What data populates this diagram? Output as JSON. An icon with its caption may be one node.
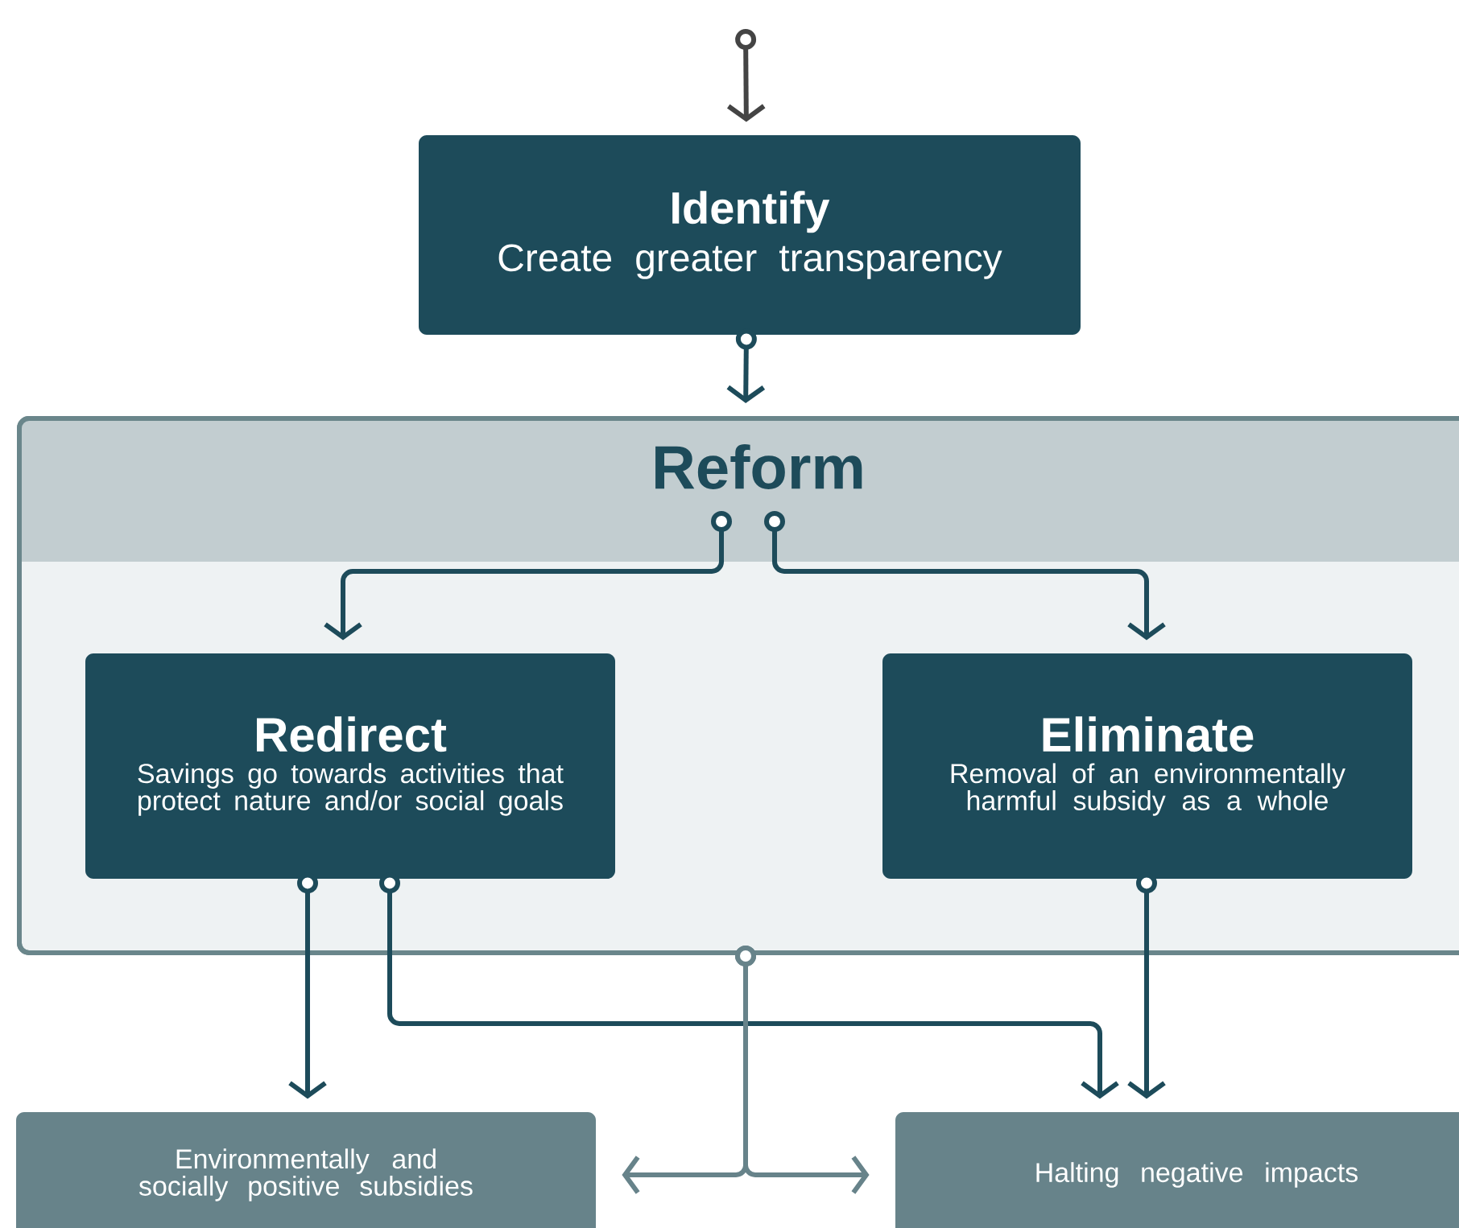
{
  "diagram": {
    "nodes": [
      {
        "text": [
          "Identify",
          "Create greater transparency"
        ]
      },
      {
        "text": [
          "Reform"
        ]
      },
      {
        "text": [
          "Redirect",
          "Savings go towards activities that protect nature and/or social goals"
        ],
        "in": 1
      },
      {
        "text": [
          "Eliminate",
          "Removal of an environmentally harmful subsidy as a whole"
        ],
        "in": 1
      },
      {
        "text": [
          "Environmentally and socially positive subsidies"
        ]
      },
      {
        "text": [
          "Halting negative impacts"
        ]
      }
    ],
    "edges": [
      {
        "from": null,
        "to": 0,
        "arrow": "to",
        "color": "#444444"
      },
      {
        "from": 0,
        "to": 1,
        "arrow": "to"
      },
      {
        "from": 1,
        "to": 2,
        "arrow": "to"
      },
      {
        "from": 1,
        "to": 3,
        "arrow": "to"
      },
      {
        "from": 2,
        "to": 4,
        "arrow": "to"
      },
      {
        "from": 2,
        "to": 5,
        "arrow": "to"
      },
      {
        "from": 3,
        "to": 5,
        "arrow": "to"
      },
      {
        "from": 1,
        "to": 4,
        "arrow": "to",
        "color": "#67838a"
      },
      {
        "from": 1,
        "to": 5,
        "arrow": "to",
        "color": "#67838a"
      }
    ]
  }
}
